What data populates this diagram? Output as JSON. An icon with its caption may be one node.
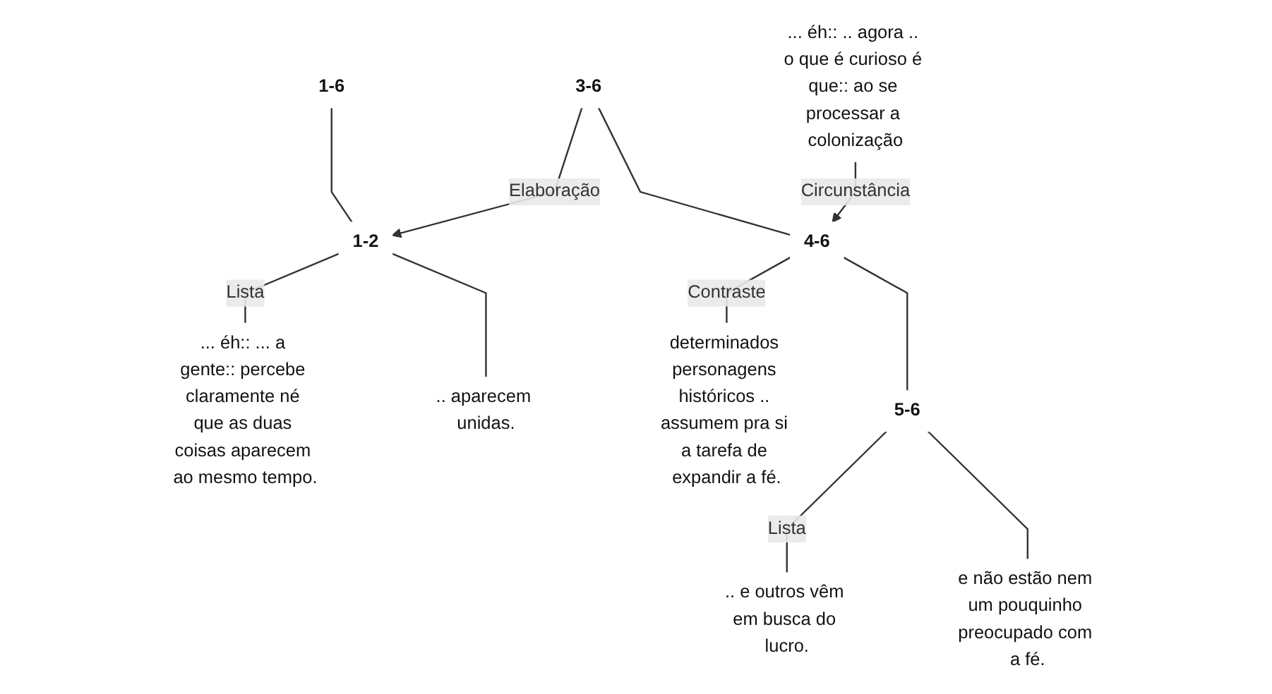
{
  "diagram": {
    "nodes": [
      {
        "text": [
          "1-6"
        ]
      },
      {
        "text": [
          "1-2"
        ]
      },
      {
        "text": [
          "3-6"
        ]
      },
      {
        "text": [
          "... éh:: ... a gente:: percebe claramente né que as duas coisas aparecem ao mesmo tempo."
        ]
      },
      {
        "text": [
          ".. aparecem unidas."
        ]
      },
      {
        "text": [
          "... éh:: .. agora .. o que é curioso é que:: ao se processar a colonização"
        ]
      },
      {
        "text": [
          "4-6"
        ]
      },
      {
        "text": [
          "determinados personagens históricos .. assumem pra si a tarefa de expandir a fé."
        ]
      },
      {
        "text": [
          "5-6"
        ]
      },
      {
        "text": [
          ".. e outros vêm em busca do lucro."
        ]
      },
      {
        "text": [
          "e não estão nem um pouquinho preocupado com a fé."
        ]
      }
    ],
    "edges": [
      {
        "from": 0,
        "to": 1,
        "arrow": "none"
      },
      {
        "from": 2,
        "to": 1,
        "arrow": "to",
        "label": "Elaboração"
      },
      {
        "from": 1,
        "to": 3,
        "arrow": "none",
        "label": "Lista"
      },
      {
        "from": 1,
        "to": 4,
        "arrow": "none"
      },
      {
        "from": 5,
        "to": 6,
        "arrow": "to",
        "label": "Circunstância"
      },
      {
        "from": 2,
        "to": 6,
        "arrow": "none"
      },
      {
        "from": 6,
        "to": 7,
        "arrow": "none",
        "label": "Contraste"
      },
      {
        "from": 6,
        "to": 8,
        "arrow": "none"
      },
      {
        "from": 8,
        "to": 9,
        "arrow": "none",
        "label": "Lista"
      },
      {
        "from": 8,
        "to": 10,
        "arrow": "none"
      }
    ]
  }
}
